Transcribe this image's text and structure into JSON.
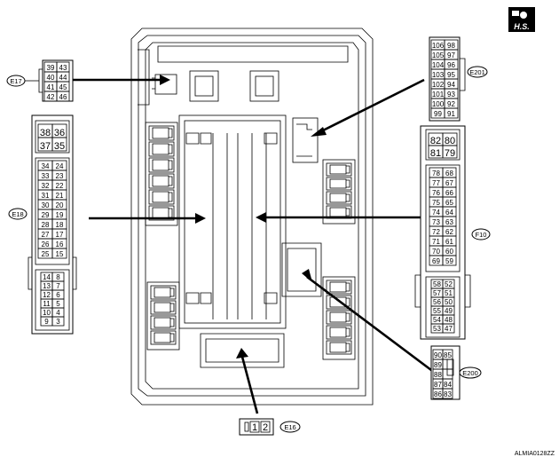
{
  "badge": {
    "label": "H.S."
  },
  "figure_id": "ALMIA0128ZZ",
  "connectors": {
    "E17": {
      "tag": "E17",
      "pins": [
        [
          "39",
          "43"
        ],
        [
          "40",
          "44"
        ],
        [
          "41",
          "45"
        ],
        [
          "42",
          "46"
        ]
      ]
    },
    "E18": {
      "tag": "E18",
      "top_pins": [
        [
          "38",
          "36"
        ],
        [
          "37",
          "35"
        ]
      ],
      "mid_pins": [
        [
          "34",
          "24"
        ],
        [
          "33",
          "23"
        ],
        [
          "32",
          "22"
        ],
        [
          "31",
          "21"
        ],
        [
          "30",
          "20"
        ],
        [
          "29",
          "19"
        ],
        [
          "28",
          "18"
        ],
        [
          "27",
          "17"
        ],
        [
          "26",
          "16"
        ],
        [
          "25",
          "15"
        ]
      ],
      "bot_pins": [
        [
          "14",
          "8"
        ],
        [
          "13",
          "7"
        ],
        [
          "12",
          "6"
        ],
        [
          "11",
          "5"
        ],
        [
          "10",
          "4"
        ],
        [
          "9",
          "3"
        ]
      ]
    },
    "E201": {
      "tag": "E201",
      "pins": [
        [
          "106",
          "98"
        ],
        [
          "105",
          "97"
        ],
        [
          "104",
          "96"
        ],
        [
          "103",
          "95"
        ],
        [
          "102",
          "94"
        ],
        [
          "101",
          "93"
        ],
        [
          "100",
          "92"
        ],
        [
          "99",
          "91"
        ]
      ]
    },
    "F10": {
      "tag": "F10",
      "top_pins": [
        [
          "82",
          "80"
        ],
        [
          "81",
          "79"
        ]
      ],
      "mid_pins": [
        [
          "78",
          "68"
        ],
        [
          "77",
          "67"
        ],
        [
          "76",
          "66"
        ],
        [
          "75",
          "65"
        ],
        [
          "74",
          "64"
        ],
        [
          "73",
          "63"
        ],
        [
          "72",
          "62"
        ],
        [
          "71",
          "61"
        ],
        [
          "70",
          "60"
        ],
        [
          "69",
          "59"
        ]
      ],
      "bot_pins": [
        [
          "58",
          "52"
        ],
        [
          "57",
          "51"
        ],
        [
          "56",
          "50"
        ],
        [
          "55",
          "49"
        ],
        [
          "54",
          "48"
        ],
        [
          "53",
          "47"
        ]
      ]
    },
    "E200": {
      "tag": "E200",
      "pins": [
        [
          "90",
          "85"
        ],
        [
          "89",
          ""
        ],
        [
          "88",
          ""
        ],
        [
          "87",
          "84"
        ],
        [
          "86",
          "83"
        ]
      ]
    },
    "E16": {
      "tag": "E16",
      "pins": [
        "1",
        "2"
      ]
    }
  }
}
